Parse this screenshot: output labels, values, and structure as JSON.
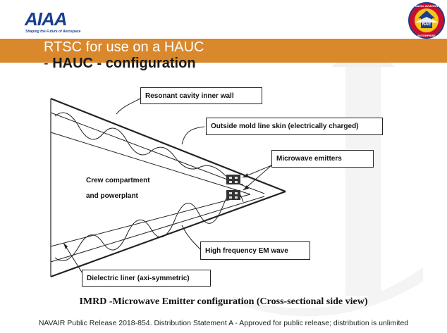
{
  "header": {
    "logo_name": "AIAA",
    "logo_tagline": "Shaping the Future of Aerospace",
    "emblem_text_top": "NAVAL AVIATION",
    "emblem_text_center": "NAE",
    "emblem_text_bottom": "ENTERPRISE",
    "title_line1": "RTSC for use on a HAUC",
    "title_line2_prefix": "- ",
    "title_line2_bold": "HAUC - configuration",
    "band_color": "#d9882c"
  },
  "diagram": {
    "labels": {
      "resonant_wall": "Resonant cavity inner wall",
      "outside_skin": "Outside mold line skin (electrically charged)",
      "microwave_emitters": "Microwave emitters",
      "crew_line1": "Crew compartment",
      "crew_line2": "and powerplant",
      "em_wave": "High frequency EM wave",
      "dielectric": "Dielectric liner (axi-symmetric)"
    }
  },
  "caption": "IMRD -Microwave Emitter configuration (Cross-sectional side view)",
  "footer": "NAVAIR Public Release 2018-854. Distribution Statement A - Approved for public release; distribution is unlimited"
}
